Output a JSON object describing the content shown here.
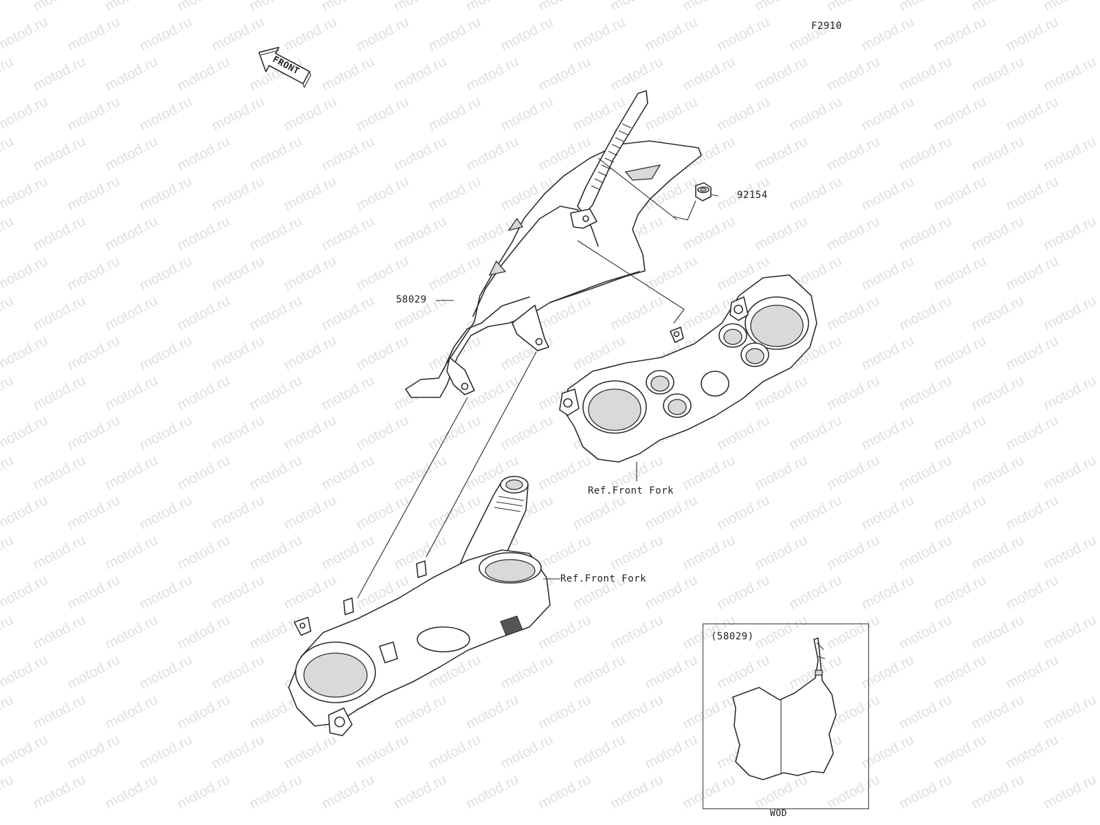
{
  "diagram_code": "F2910",
  "front_arrow_text": "FRONT",
  "callouts": {
    "nut": "92154",
    "number_plate": "58029",
    "fork_upper": "Ref.Front Fork",
    "fork_lower": "Ref.Front Fork"
  },
  "inset": {
    "title": "(58029)",
    "caption": "WOD"
  },
  "watermark_text": "motod.ru"
}
